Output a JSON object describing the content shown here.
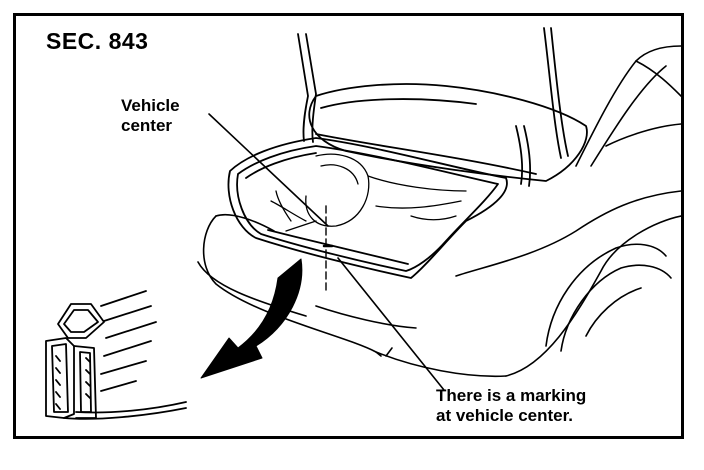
{
  "section_label": "SEC. 843",
  "callouts": {
    "vehicle_center_line1": "Vehicle",
    "vehicle_center_line2": "center",
    "marking_line1": "There is a marking",
    "marking_line2": "at vehicle center."
  },
  "ink_color": "#000000"
}
